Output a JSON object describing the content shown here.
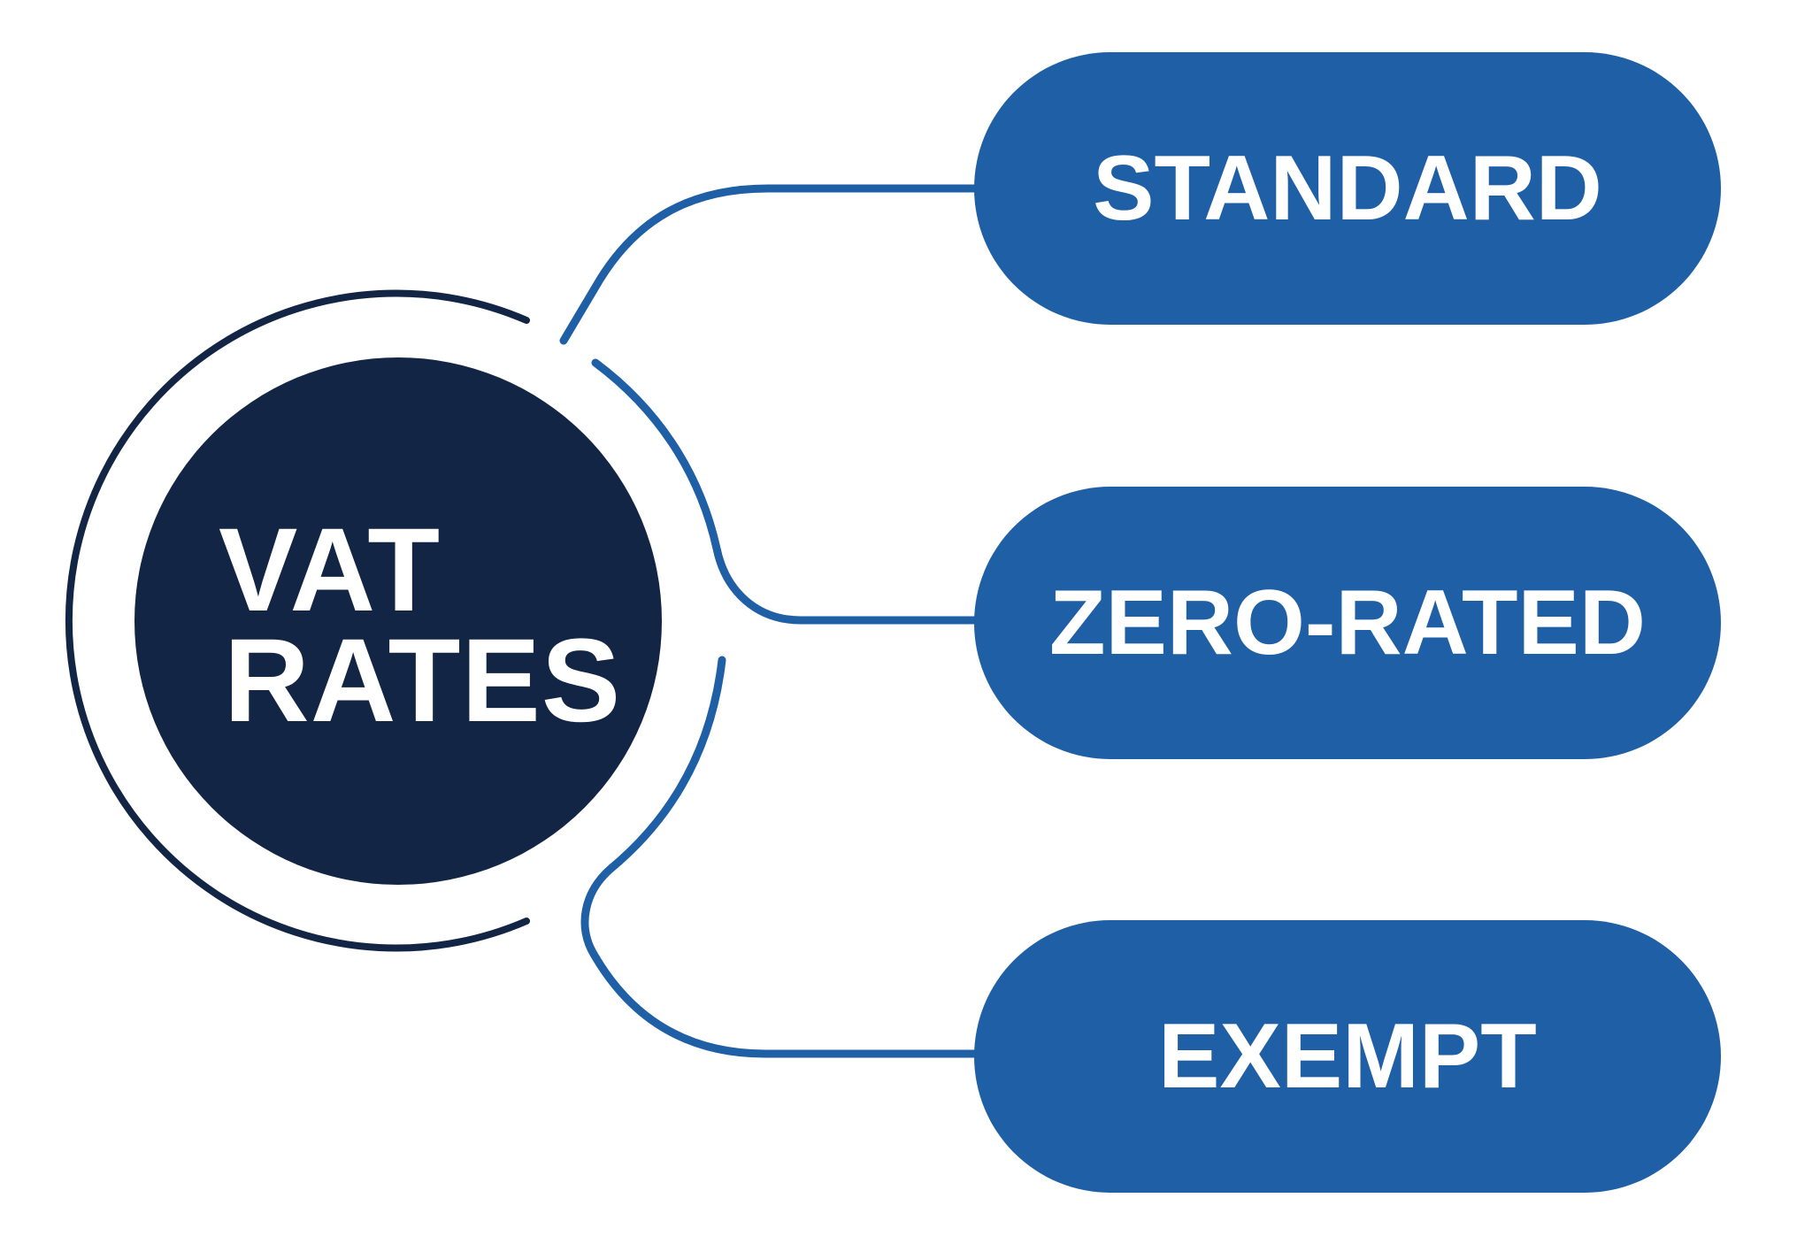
{
  "diagram": {
    "title": "VAT RATES",
    "hub": {
      "line1": "VAT",
      "line2": "RATES"
    },
    "branches": [
      {
        "label": "STANDARD"
      },
      {
        "label": "ZERO-RATED"
      },
      {
        "label": "EXEMPT"
      }
    ]
  },
  "colors": {
    "hub_fill": "#132544",
    "hub_ring": "#132544",
    "branch_fill": "#1f5fa5",
    "connector": "#1f5fa5",
    "label_text": "#ffffff",
    "background": "#ffffff"
  }
}
